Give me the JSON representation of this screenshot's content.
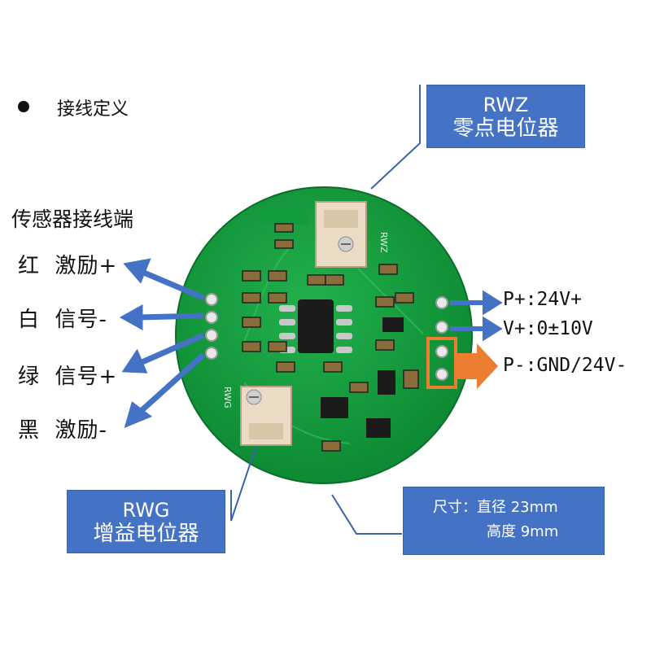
{
  "section_title": "接线定义",
  "sensor_heading": "传感器接线端",
  "wires": [
    {
      "color_name": "红",
      "function": "激励+"
    },
    {
      "color_name": "白",
      "function": "信号-"
    },
    {
      "color_name": "绿",
      "function": "信号+"
    },
    {
      "color_name": "黑",
      "function": "激励-"
    }
  ],
  "pins": [
    {
      "label": "P+:24V+"
    },
    {
      "label": "V+:0±10V"
    },
    {
      "label": "P-:GND/24V-"
    }
  ],
  "rwz_box": {
    "code": "RWZ",
    "name": "零点电位器"
  },
  "rwg_box": {
    "code": "RWG",
    "name": "增益电位器"
  },
  "dimension_box": {
    "line1": "尺寸：直径 23mm",
    "line2": "高度 9mm"
  },
  "board_silkscreen": {
    "rwz": "RWZ",
    "rwg": "RWG"
  },
  "colors": {
    "pcb": "#139c3c",
    "arrow_blue": "#4472c4",
    "arrow_orange": "#ed7d31",
    "box_blue": "#4472c4"
  }
}
